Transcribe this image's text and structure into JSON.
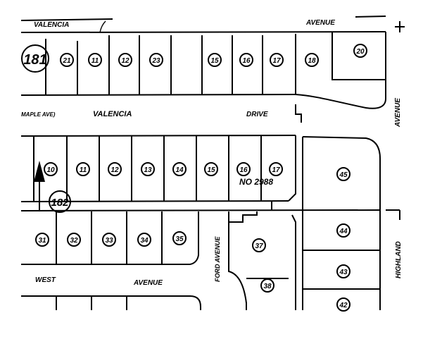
{
  "map": {
    "blocks": [
      "181",
      "182"
    ],
    "tract_label": "NO 2988",
    "streets": {
      "valencia_top": "VALENCIA",
      "avenue_top": "AVENUE",
      "avenue_right": "AVENUE",
      "maple_ave": "MAPLE AVE)",
      "valencia_drive_1": "VALENCIA",
      "valencia_drive_2": "DRIVE",
      "west": "WEST",
      "west_avenue": "AVENUE",
      "ford_avenue": "FORD AVENUE",
      "highland": "HIGHLAND"
    },
    "lots_top": [
      "21",
      "11",
      "12",
      "23",
      "15",
      "16",
      "17",
      "18",
      "20"
    ],
    "lots_middle": [
      "10",
      "11",
      "12",
      "13",
      "14",
      "15",
      "16",
      "17",
      "45"
    ],
    "lots_bottom": [
      "31",
      "32",
      "33",
      "34",
      "35",
      "37",
      "38",
      "44",
      "43",
      "42"
    ]
  }
}
